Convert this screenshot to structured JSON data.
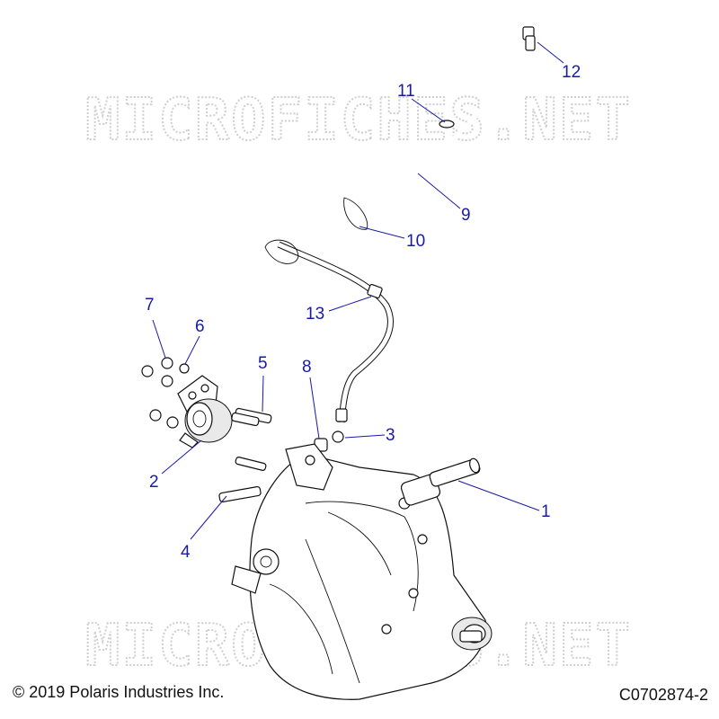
{
  "watermark": "MICROFICHES.NET",
  "footer": {
    "copyright": "© 2019 Polaris Industries Inc.",
    "drawing_number": "C0702874-2"
  },
  "callouts": [
    "1",
    "2",
    "3",
    "4",
    "5",
    "6",
    "7",
    "8",
    "9",
    "10",
    "11",
    "12",
    "13"
  ]
}
